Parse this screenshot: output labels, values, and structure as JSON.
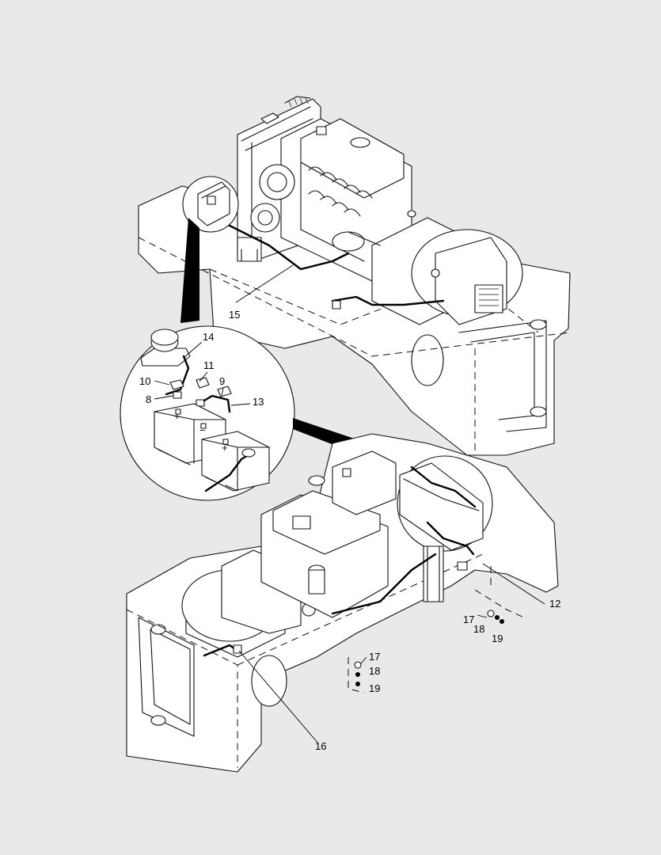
{
  "callouts": {
    "c8": "8",
    "c9": "9",
    "c10": "10",
    "c11": "11",
    "c12": "12",
    "c13": "13",
    "c14": "14",
    "c15": "15",
    "c16": "16",
    "c17a": "17",
    "c18a": "18",
    "c19a": "19",
    "c17b": "17",
    "c18b": "18",
    "c19b": "19"
  },
  "polarity": {
    "plus_left": "+",
    "minus_left": "−",
    "minus_right": "−",
    "plus_right": "+"
  }
}
